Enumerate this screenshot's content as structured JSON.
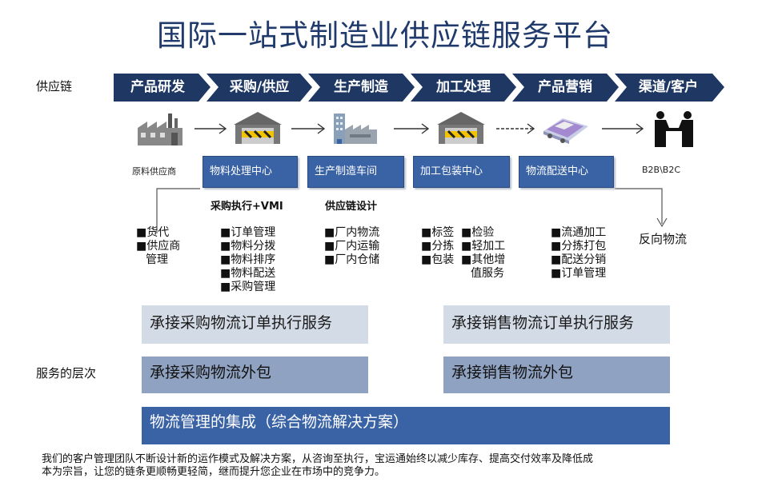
{
  "title": "国际一站式制造业供应链服务平台",
  "supply_chain_label": "供应链",
  "service_level_label": "服务的层次",
  "chevrons": [
    "产品研发",
    "采购/供应",
    "生产制造",
    "加工处理",
    "产品营销",
    "渠道/客户"
  ],
  "captions": {
    "raw_supplier": "原料供应商",
    "b2b_b2c": "B2B\\B2C"
  },
  "centers": [
    "物料处理中心",
    "生产制造车间",
    "加工包装中心",
    "物流配送中心"
  ],
  "section_heads": {
    "procurement": "采购执行+VMI",
    "supply_chain_design": "供应链设计"
  },
  "columns": {
    "col1": [
      "货代",
      "供应商",
      "管理"
    ],
    "col2": [
      "订单管理",
      "物料分拨",
      "物料排序",
      "物料配送",
      "采购管理"
    ],
    "col3": [
      "厂内物流",
      "厂内运输",
      "厂内仓储"
    ],
    "col4a": [
      "标签",
      "分拣",
      "包装"
    ],
    "col4b": [
      "检验",
      "轻加工",
      "其他增",
      "值服务"
    ],
    "col5": [
      "流通加工",
      "分拣打包",
      "配送分销",
      "订单管理"
    ],
    "reverse": "反向物流"
  },
  "bands": {
    "left_light": "承接采购物流订单执行服务",
    "right_light": "承接销售物流订单执行服务",
    "left_mid": "承接采购物流外包",
    "right_mid": "承接销售物流外包",
    "bottom": "物流管理的集成（综合物流解决方案）"
  },
  "footer": [
    "我们的客户管理团队不断设计新的运作模式及解决方案，从咨询至执行，宝运通始终以减少库存、提高交付效率及降低成",
    "本为宗旨，让您的链条更顺畅更轻简，继而提升您企业在市场中的竞争力。"
  ],
  "colors": {
    "title": "#1f3a6b",
    "chevron": "#1e3763",
    "center_box": "#3a63a6",
    "band_light": "#d3dbe6",
    "band_mid": "#8fa2c1"
  },
  "icons": [
    "factory-icon",
    "warehouse-icon",
    "office-factory-icon",
    "warehouse-icon",
    "conveyor-icon",
    "handshake-icon"
  ]
}
